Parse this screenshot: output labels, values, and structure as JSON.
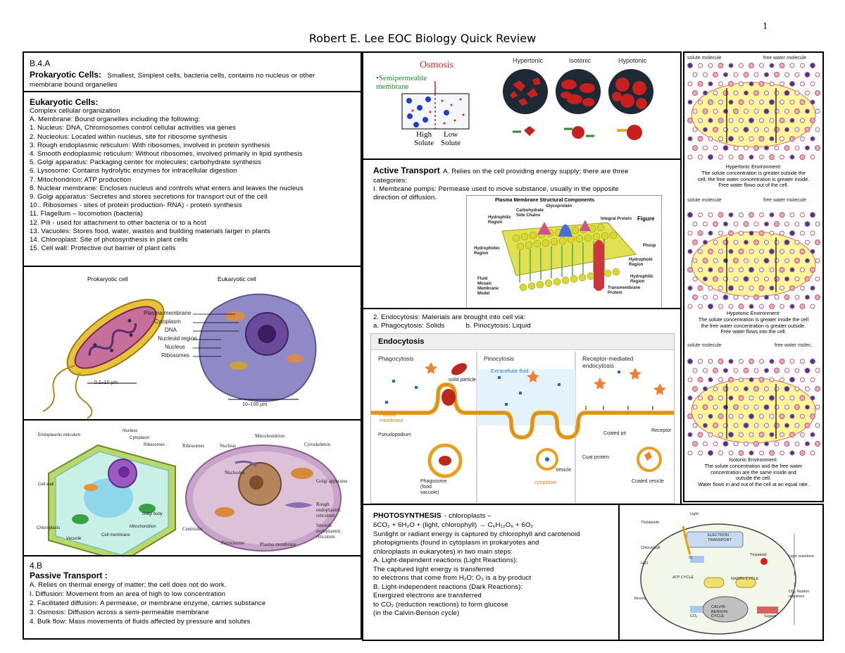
{
  "page_number": "1",
  "title": "Robert E. Lee EOC Biology Quick Review",
  "prokaryotic": {
    "section": "B.4.A",
    "heading": "Prokaryotic Cells:",
    "text": "Smallest, Simplest cells, bacteria cells, contains no nucleus or other",
    "text2": "membrane bound organelles"
  },
  "eukaryotic": {
    "heading": "Eukaryotic Cells:",
    "lines": [
      "Complex cellular organization",
      "A. Membrane: Bound organelles including the following:",
      "1. Nucleus: DNA, Chromosomes control cellular activities via genes",
      "2. Nucleolus: Located within nucleus, site for ribosome synthesis",
      "3. Rough endoplasmic reticulum: With ribosomes, involved in protein synthesis",
      "4. Smooth endoplasmic reticulum: Without ribosomes, involved primarily in lipid synthesis",
      "5. Golgi apparatus: Packaging center for molecules; carbohydrate synthesis",
      "6. Lysosome: Contains hydrolytic enzymes for intracellular digestion",
      "7. Mitochondrion: ATP production",
      "8. Nuclear membrane: Encloses nucleus and controls what enters and leaves the nucleus",
      "9. Golgi apparatus: Secretes and stores secretions for transport out of the cell",
      "10.. Ribosomes - sites of protein production- RNA) - protein synthesis",
      "11. Flagellum – locomotion (bacteria)",
      "12. Pili - used for attachment to other bacteria or to a host",
      "13. Vacuoles: Stores food, water, wastes and building materials larger in plants",
      "14. Chloroplast: Site of photosynthesis in plant cells",
      "15. Cell wall: Protective out barrier of plant cells"
    ]
  },
  "cell_compare": {
    "prokaryotic_label": "Prokaryotic cell",
    "eukaryotic_label": "Eukaryotic cell",
    "labels": [
      "Plasma membrane",
      "Cytoplasm",
      "DNA",
      "Nucleoid region",
      "Nucleus",
      "Ribosomes"
    ],
    "scale_pro": "0.1–10 µm",
    "scale_euk": "10–100 µm"
  },
  "cell_diagrams": {
    "plant_labels": [
      "Endoplasmic reticulum",
      "Nucleus",
      "Cytoplasm",
      "Ribosomes",
      "Cell wall",
      "Chloroplasts",
      "Vacuole",
      "Golgi body",
      "Mitochondrion",
      "Cell membrane"
    ],
    "animal_labels": [
      "Ribosomes",
      "Nucleus",
      "Mitochondrion",
      "Cytoskeleton",
      "Nucleolus",
      "Golgi apparatus",
      "Rough endoplasmic reticulum",
      "Smooth endoplasmic reticulum",
      "Centrioles",
      "Peroxisome",
      "Plasma membrane"
    ]
  },
  "passive": {
    "section": "4.B",
    "heading": "Passive Transport :",
    "lines": [
      " A. Relies on thermal energy of matter; the cell does not do work.",
      "I. Diffusion: Movement from an area of high to low concentration",
      "2. Facilitated diffusion: A permease, or membrane enzyme, carries substance",
      "3. Osmosis: Diffusion across a semi-permeable membrane",
      "4. Bulk flow: Mass movements of fluids affected by pressure and solutes"
    ]
  },
  "osmosis": {
    "title": "Osmosis",
    "membrane_label": "•Semipermeable membrane",
    "high": "High",
    "low": "Low",
    "solute": "Solute",
    "cells": [
      "Hypertonic",
      "Isotonic",
      "Hypotonic"
    ]
  },
  "active": {
    "heading": "Active Transport",
    "line1": " A. Relies on the cell providing energy supply; there are three",
    "line2": "categories:",
    "line3": "I. Membrane pumps: Permease used to move substance, usually in the opposite",
    "line4": "direction of diffusion.",
    "membrane_title": "Plasma Membrane Structural Components",
    "figure": "Figure",
    "membrane_labels": [
      "Glycoprotein",
      "Carbohydrate Side Chains",
      "Hydrophilic Region",
      "Integral Protein",
      "Phosp",
      "Hydrophobic Region",
      "Hydrophobi Region",
      "Fluid Mosaic Membrane Model",
      "Hydrophilic Region",
      "Transmembrane Protein"
    ]
  },
  "endocytosis": {
    "line1": "2. Endocytosis: Materials are brought into cell via:",
    "line2a": "a. Phagocytosis: Solids",
    "line2b": "b. Pinocytosis: Liquid",
    "title": "Endocytosis",
    "panels": [
      "Phagocytosis",
      "Pinocytosis",
      "Receptor-mediated endocytosis"
    ],
    "labels": {
      "solid": "solid particle",
      "plasma": "Plasma membrane",
      "pseudo": "Pseudopodium",
      "phagosome": "Phagosome (food vacuole)",
      "extracellular": "Extracellular fluid",
      "vesicle": "Vesicle",
      "cytoplasm": "cytoplasm",
      "receptor": "Receptor",
      "coated_pit": "Coated pit",
      "coat_protein": "Coat protein",
      "coated_vesicle": "Coated vesicle"
    }
  },
  "tonicity": {
    "solute_molecule": "solute molecule",
    "free_water": "free water molecule",
    "free_water_short": "free water molec.",
    "panels": [
      {
        "title": "Hypertonic Environment:",
        "l1": "The solute concentration is greater outside the",
        "l2": "cell; the free water concentration is greater inside.",
        "l3": "Free water flows out of the cell."
      },
      {
        "title": "Hypotonic Environment:",
        "l1": "The solute concentration is greater inside the cell",
        "l2": "the free water concentration is greater outside.",
        "l3": "Free water flows into the cell."
      },
      {
        "title": "Isotonic Environment:",
        "l1": "The solute concentration and the free water",
        "l2": "concentration are the same inside and",
        "l3": "outside the cell.",
        "l4": "Water flows in and out of the cell at an equal rate."
      }
    ]
  },
  "photosynthesis": {
    "heading": "PHOTOSYNTHESIS",
    "heading_rest": "- chloroplasts –",
    "lines": [
      "6CO₂ + 6H₂O + (light, chlorophyll) → C₆H₁₂O₆ + 6O₂",
      "Sunlight or radiant energy is captured by chlorophyll and carotenoid",
      " photopigments  (found  in cytoplasm in prokaryotes and",
      "chloroplasts in eukaryotes)  in two main steps:",
      "A. Light-dependent reactions (Light Reactions):",
      "The captured light energy is transferred",
      "to electrons that come from H₂O; O₂ is a by-product",
      "B. Light-independent reactions (Dark Reactions):",
      " Energized electrons are transferred",
      "to CO₂ (reduction  reactions) to form  glucose",
      "(in the Calvin-Benson cycle)"
    ],
    "diagram_labels": [
      "Light",
      "Thylakoids",
      "ELECTRON TRANSPORT",
      "Chlorophyll",
      "Thylakoid",
      "H₂O",
      "O₂",
      "Light reactions",
      "ATP CYCLE",
      "NADPH CYCLE",
      "Stroma",
      "CO₂",
      "CALVIN-BENSON CYCLE",
      "Sugars",
      "CO₂ fixation reactions"
    ]
  }
}
